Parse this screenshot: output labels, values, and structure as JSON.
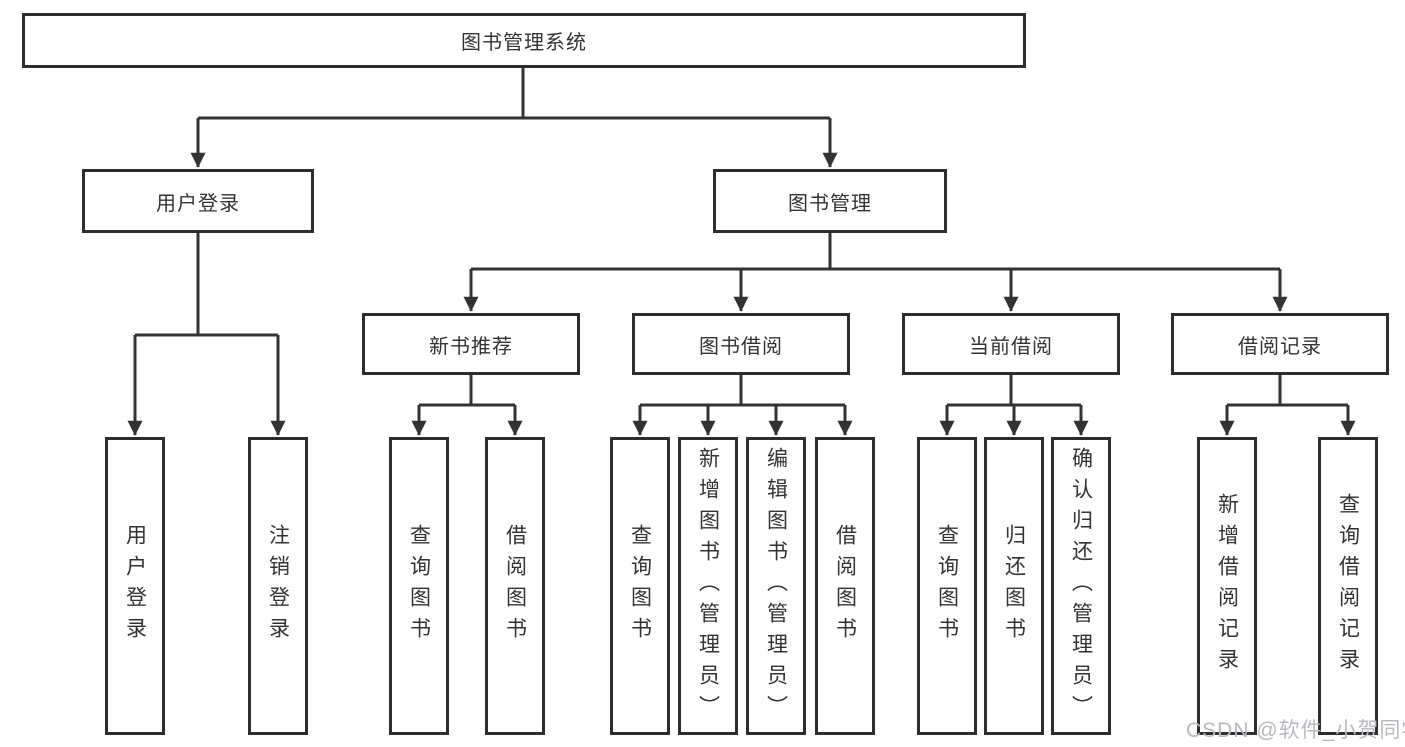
{
  "colors": {
    "line": "#333333",
    "border": "#2d2d2d",
    "text": "#333333",
    "node-bg": "#ffffff",
    "watermark": "#b9b9c0"
  },
  "diagram": {
    "root": "图书管理系统",
    "login": {
      "label": "用户登录",
      "children": [
        "用户登录",
        "注销登录"
      ]
    },
    "management": {
      "label": "图书管理",
      "groups": [
        {
          "label": "新书推荐",
          "children": [
            "查询图书",
            "借阅图书"
          ]
        },
        {
          "label": "图书借阅",
          "children": [
            "查询图书",
            "新增图书（管理员）",
            "编辑图书（管理员）",
            "借阅图书"
          ]
        },
        {
          "label": "当前借阅",
          "children": [
            "查询图书",
            "归还图书",
            "确认归还（管理员）"
          ]
        },
        {
          "label": "借阅记录",
          "children": [
            "新增借阅记录",
            "查询借阅记录"
          ]
        }
      ]
    }
  },
  "watermark": {
    "text": "CSDN @软件_小贺同学"
  }
}
